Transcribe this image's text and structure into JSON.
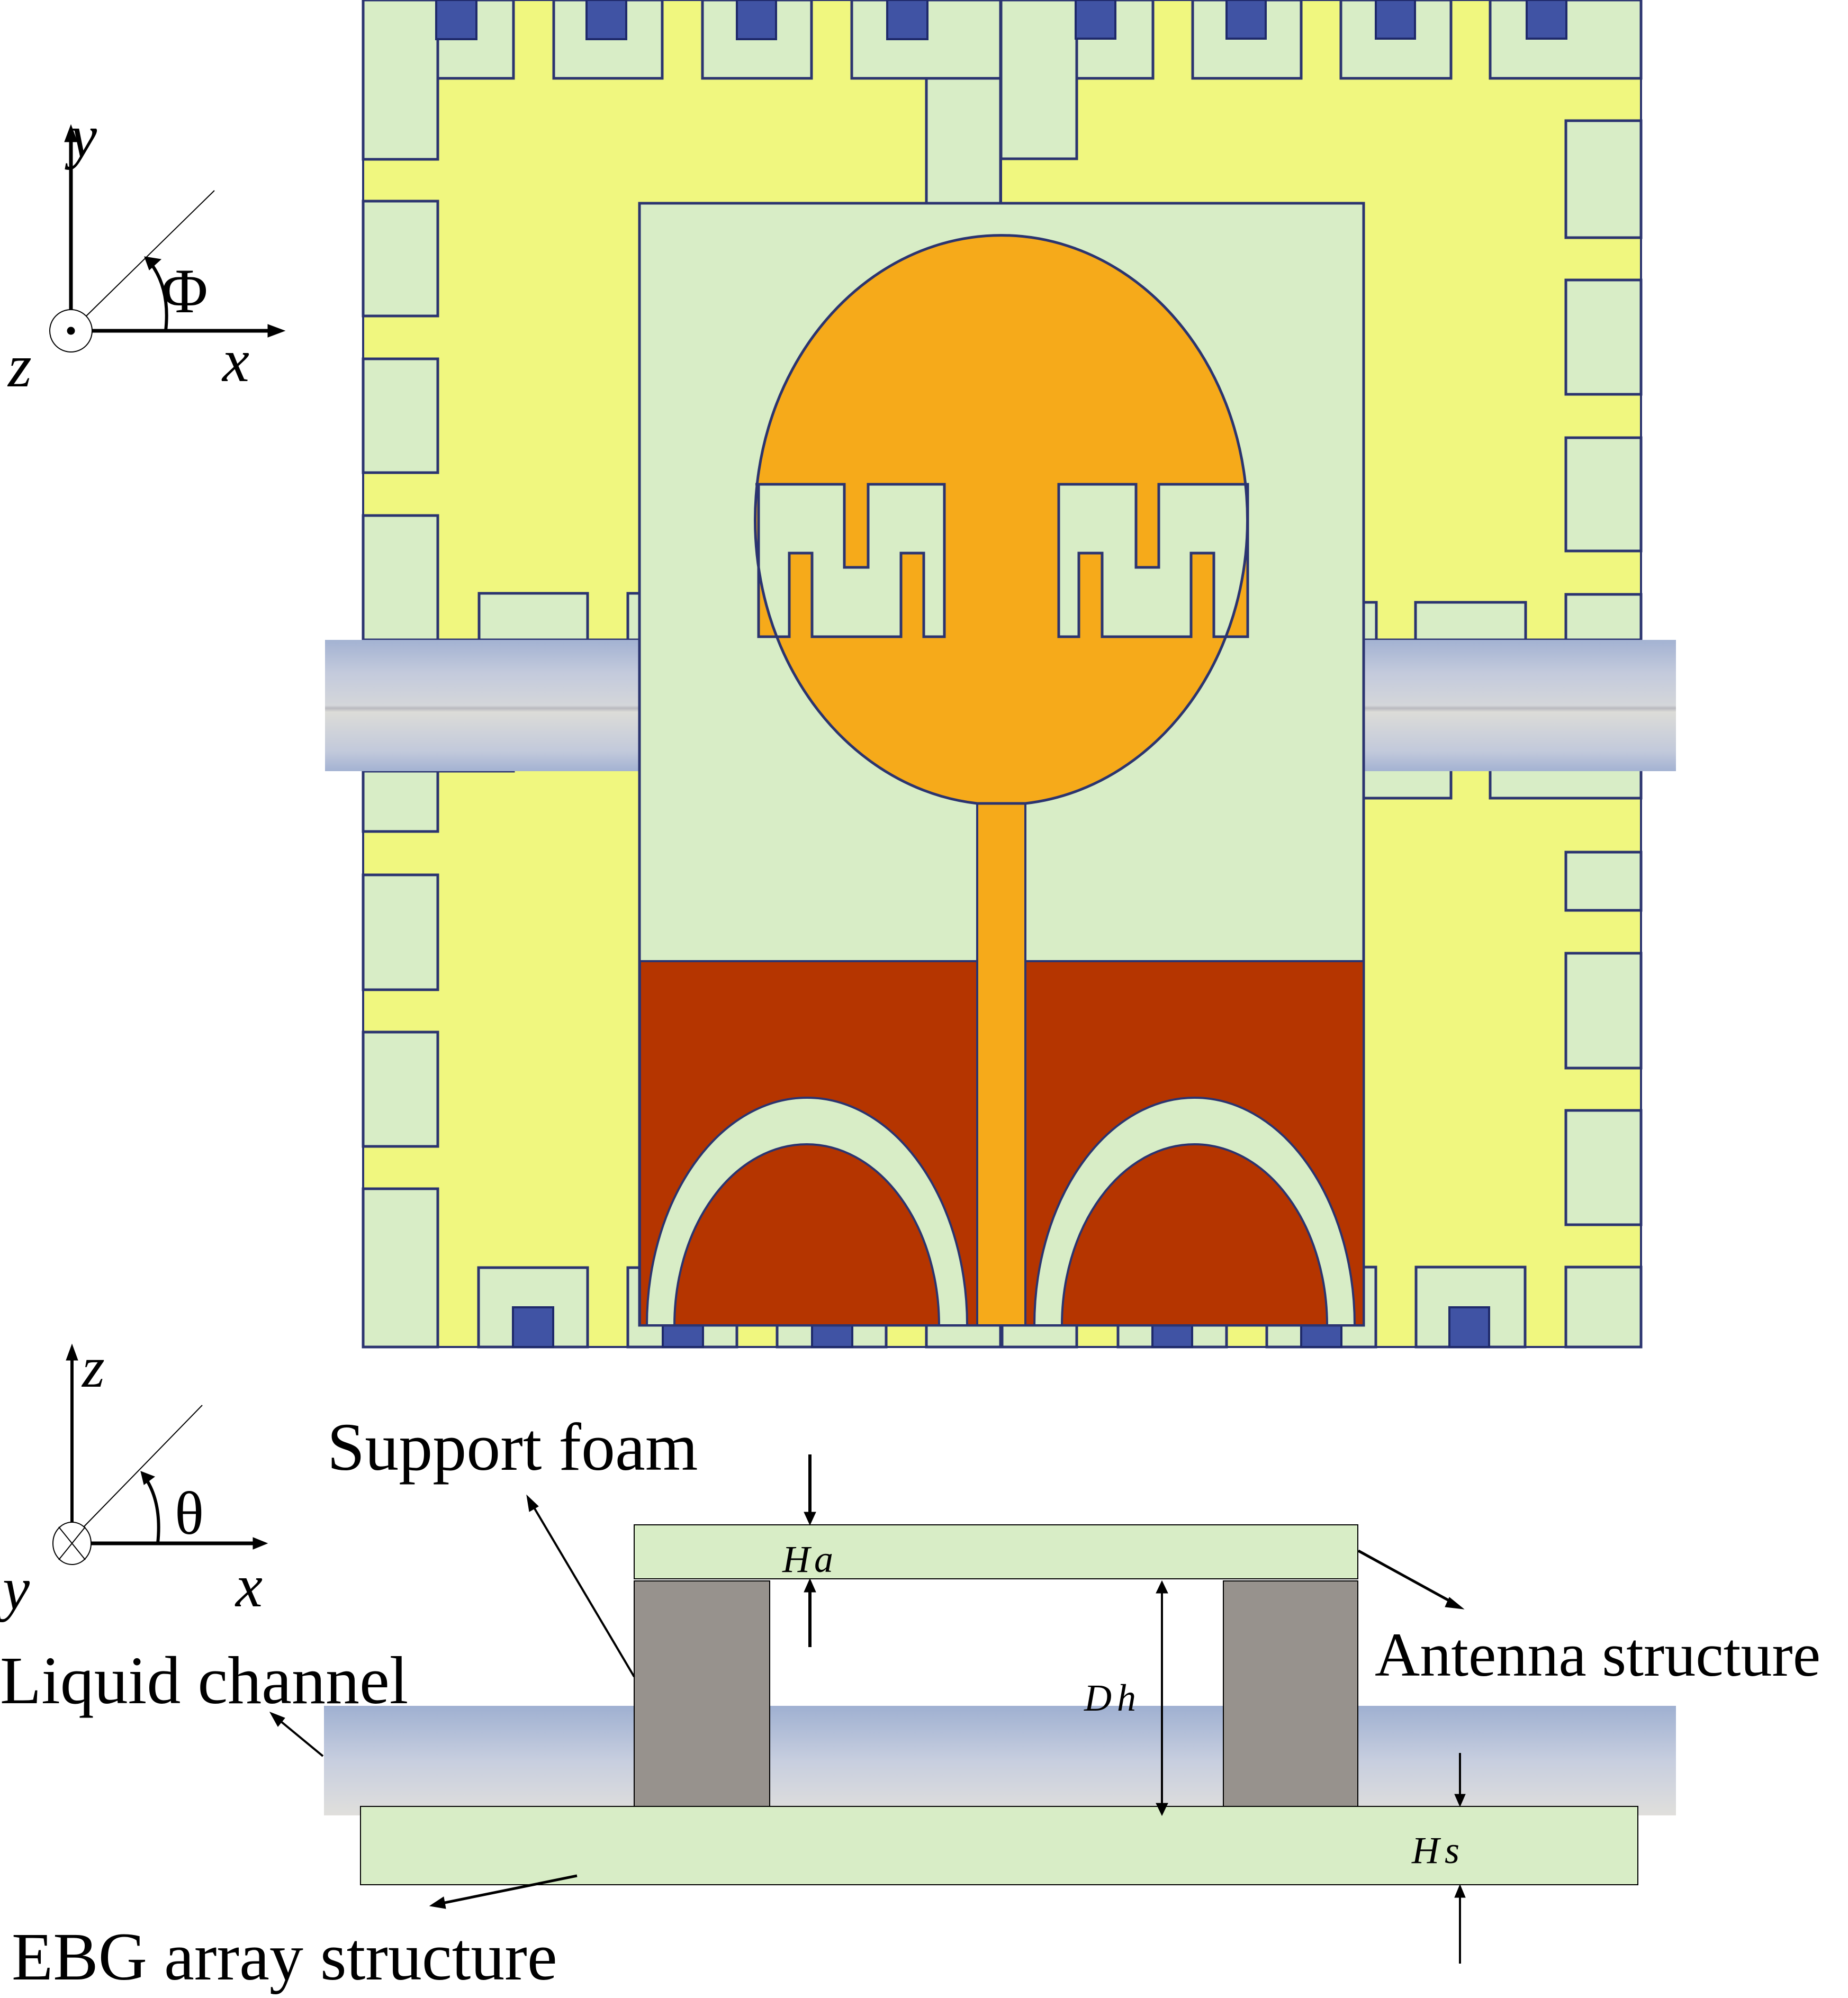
{
  "figure": {
    "top_view": {
      "axes": {
        "vertical": "y",
        "horizontal": "x",
        "normal": "z",
        "angle": "Φ",
        "normal_symbol": "out-of-plane-dot"
      },
      "components": [
        "EBG array",
        "Antenna substrate",
        "Circular radiating patch with slots",
        "Microstrip feed line",
        "Ground plane with ring slots",
        "Liquid channels"
      ]
    },
    "side_view": {
      "axes": {
        "vertical": "z",
        "horizontal": "x",
        "normal": "y",
        "angle": "θ",
        "normal_symbol": "into-plane-cross"
      },
      "labels": {
        "support_foam": "Support foam",
        "antenna_structure": "Antenna structure",
        "liquid_channel": "Liquid channel",
        "ebg_array_structure": "EBG array structure"
      },
      "dimensions": {
        "ha": {
          "main": "H",
          "sub": "a"
        },
        "dh": {
          "main": "D",
          "sub": "h"
        },
        "hs": {
          "main": "H",
          "sub": "s"
        }
      }
    },
    "colors": {
      "substrate": "#d8edc6",
      "ebg_metal": "#f0f77f",
      "patch": "#f6aa1a",
      "ground": "#b53500",
      "via": "#4053a4",
      "outline": "#2b3470",
      "foam": "#97928d",
      "channel_top": "#9fb0d1",
      "channel_bottom": "#e0dfdc"
    }
  }
}
